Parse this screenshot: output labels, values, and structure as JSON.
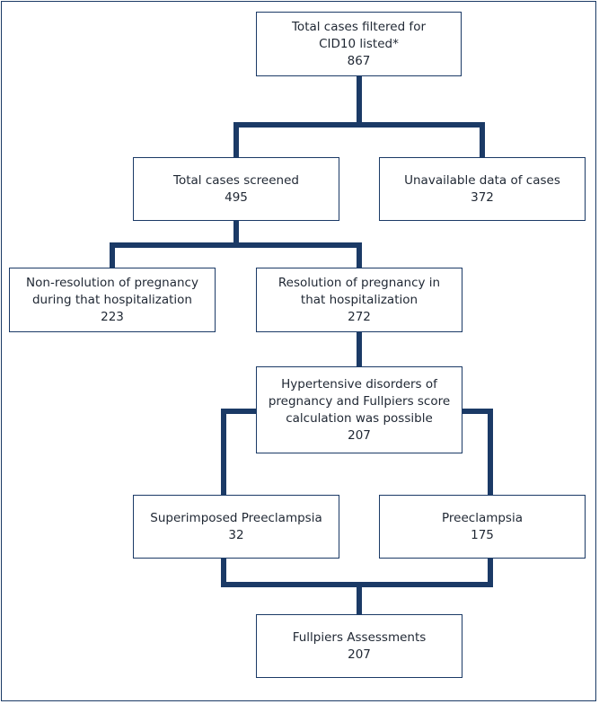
{
  "boxes": {
    "total_filtered": {
      "line1": "Total cases filtered for",
      "line2": "CID10 listed*",
      "value": "867"
    },
    "total_screened": {
      "line1": "Total cases screened",
      "value": "495"
    },
    "unavailable": {
      "line1": "Unavailable data of cases",
      "value": "372"
    },
    "non_resolution": {
      "line1": "Non-resolution of pregnancy",
      "line2": "during that hospitalization",
      "value": "223"
    },
    "resolution": {
      "line1": "Resolution of pregnancy in",
      "line2": "that hospitalization",
      "value": "272"
    },
    "hypertensive": {
      "line1": "Hypertensive disorders of",
      "line2": "pregnancy and Fullpiers score",
      "line3": "calculation was possible",
      "value": "207"
    },
    "superimposed": {
      "line1": "Superimposed Preeclampsia",
      "value": "32"
    },
    "preeclampsia": {
      "line1": "Preeclampsia",
      "value": "175"
    },
    "fullpiers": {
      "line1": "Fullpiers Assessments",
      "value": "207"
    }
  },
  "colors": {
    "connector": "#1b3a66",
    "border": "#1b3a66",
    "text": "#1f2733"
  }
}
